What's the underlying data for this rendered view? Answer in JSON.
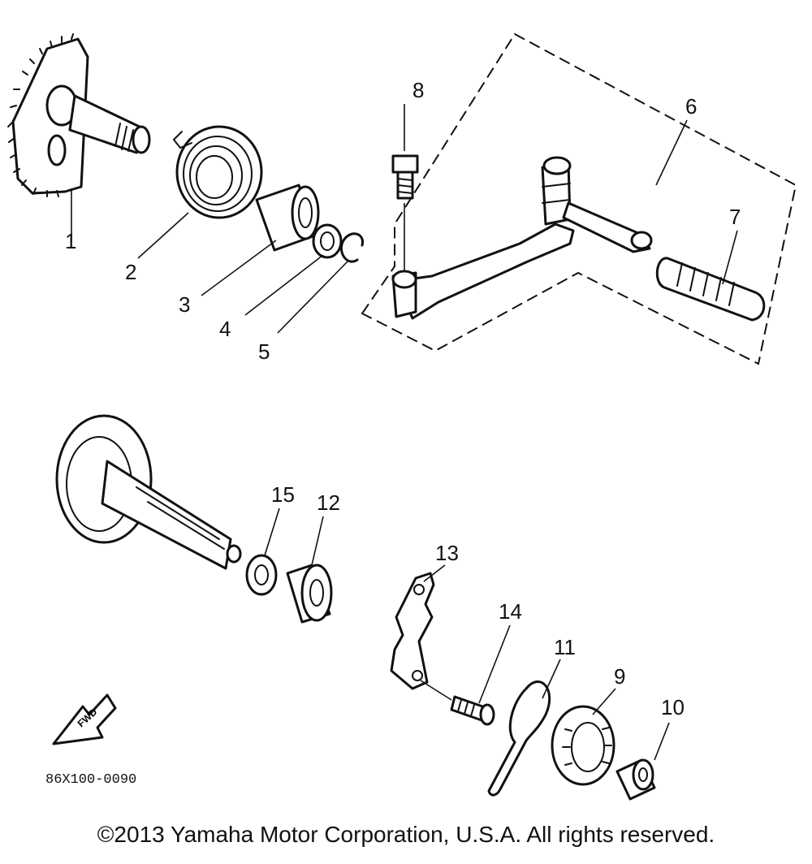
{
  "callouts": {
    "c1": "1",
    "c2": "2",
    "c3": "3",
    "c4": "4",
    "c5": "5",
    "c6": "6",
    "c7": "7",
    "c8": "8",
    "c9": "9",
    "c10": "10",
    "c11": "11",
    "c12": "12",
    "c13": "13",
    "c14": "14",
    "c15": "15"
  },
  "fwd_label": "FWD",
  "diagram_code": "86X100-0090",
  "copyright": "©2013 Yamaha Motor Corporation, U.S.A. All rights reserved."
}
